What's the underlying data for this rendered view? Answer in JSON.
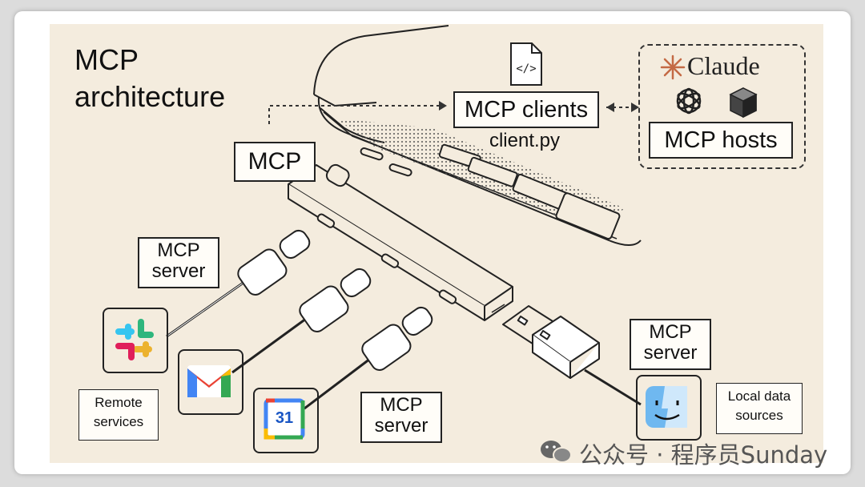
{
  "title_line1": "MCP",
  "title_line2": "architecture",
  "labels": {
    "mcp_clients": "MCP clients",
    "client_file": "client.py",
    "mcp_hosts": "MCP hosts",
    "claude": "Claude",
    "mcp": "MCP",
    "server_top_line1": "MCP",
    "server_top_line2": "server",
    "server_bottom_line1": "MCP",
    "server_bottom_line2": "server",
    "server_right_line1": "MCP",
    "server_right_line2": "server",
    "remote_line1": "Remote",
    "remote_line2": "services",
    "local_line1": "Local data",
    "local_line2": "sources",
    "calendar_day": "31"
  },
  "watermark": "公众号 · 程序员Sunday",
  "icons": [
    "code-file-icon",
    "claude-star-icon",
    "openai-icon",
    "cube-icon",
    "slack-icon",
    "gmail-icon",
    "google-calendar-icon",
    "finder-icon",
    "wechat-icon"
  ]
}
